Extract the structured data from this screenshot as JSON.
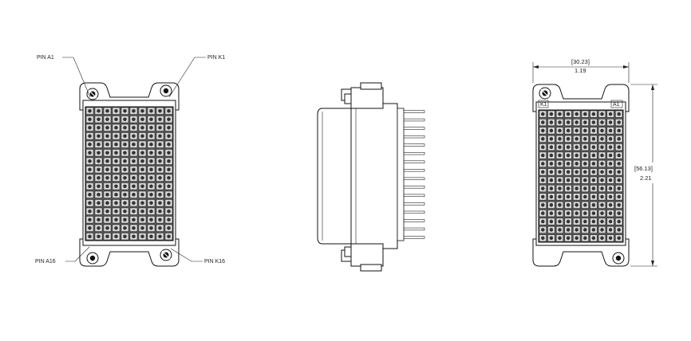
{
  "drawing": {
    "pin_labels": {
      "a1": "PIN A1",
      "k1": "PIN K1",
      "a16": "PIN A16",
      "k16": "PIN K16"
    },
    "width_dimension": {
      "metric": "[30.23]",
      "imperial": "1.19"
    },
    "height_dimension": {
      "metric": "[56.13]",
      "imperial": "2.21"
    },
    "corner_marks": {
      "left": "K1",
      "right": "A1"
    },
    "pin_grid": {
      "columns": 10,
      "rows": 16
    },
    "side_view_pins": 16
  }
}
